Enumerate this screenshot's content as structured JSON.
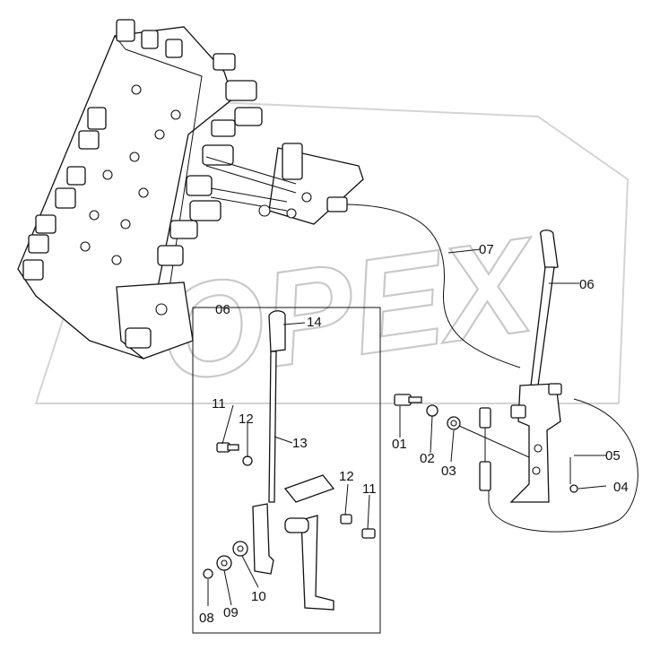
{
  "diagram": {
    "watermark": "OPEX",
    "colors": {
      "line": "#111111",
      "watermark": "#c9c9c9",
      "background": "#ffffff"
    },
    "callouts": {
      "c01": "01",
      "c02": "02",
      "c03": "03",
      "c04": "04",
      "c05": "05",
      "c06_right": "06",
      "c06_box": "06",
      "c07": "07",
      "c08": "08",
      "c09": "09",
      "c10": "10",
      "c11_left": "11",
      "c11_right": "11",
      "c12_left": "12",
      "c12_right": "12",
      "c13": "13",
      "c14": "14"
    }
  }
}
